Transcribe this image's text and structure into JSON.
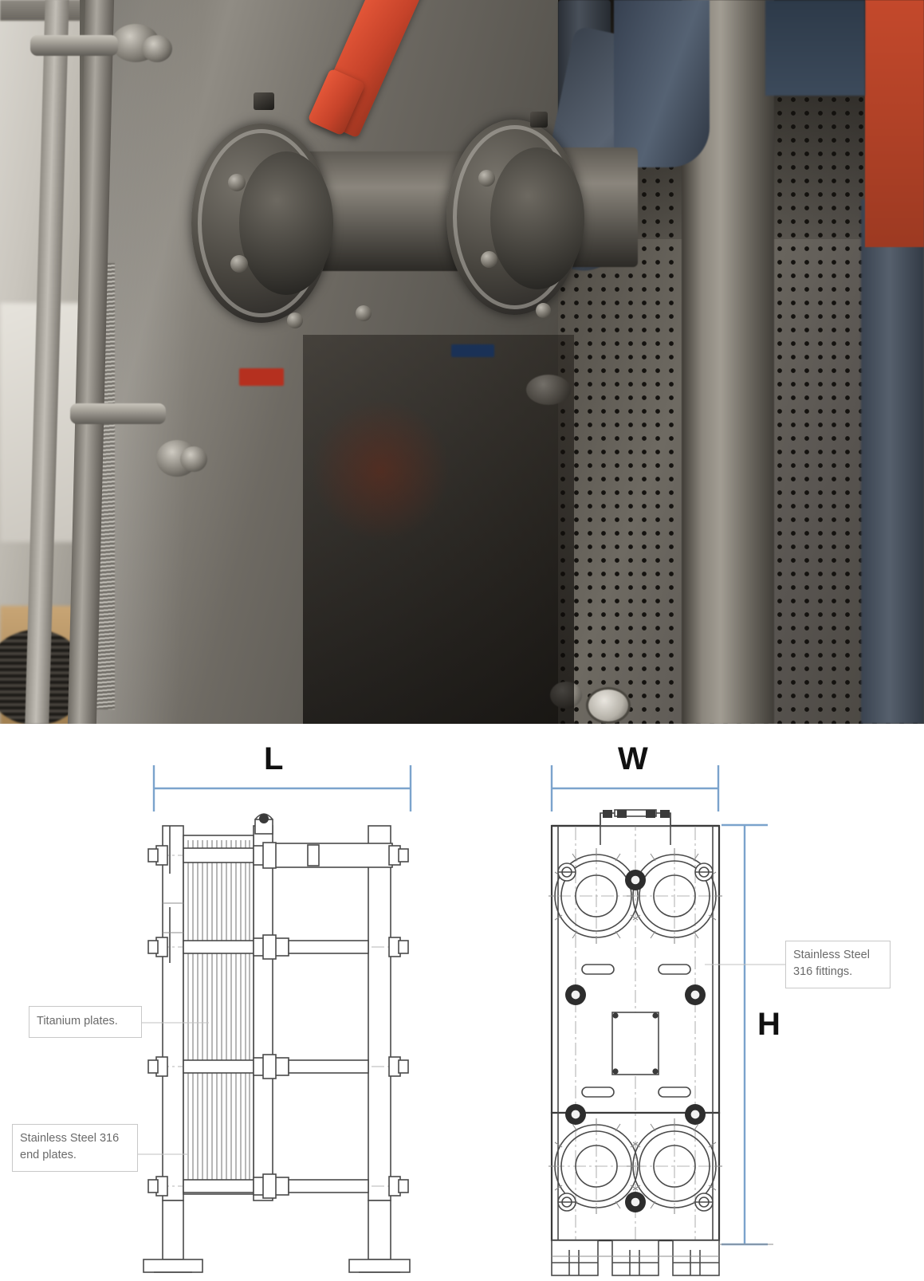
{
  "photo": {
    "alt": "Plate heat exchanger installed with bolted flange connections and red valve handle",
    "components": [
      "stainless-steel-end-plate",
      "bolted-flange-connection-left",
      "bolted-flange-connection-right",
      "red-valve-handle",
      "perforated-panel-background",
      "vertical-pipe-column",
      "pressure-gauge",
      "tie-rod",
      "titanium-plate-pack-edge"
    ],
    "stickers": [
      {
        "name": "red-label-sticker",
        "color": "#c0392b"
      },
      {
        "name": "blue-label-sticker",
        "color": "#1f4e96"
      }
    ]
  },
  "drawing": {
    "dimensions": {
      "length": "L",
      "width": "W",
      "height": "H"
    },
    "callouts": {
      "titanium_plates": "Titanium plates.",
      "end_plates": "Stainless Steel 316\nend plates.",
      "fittings": "Stainless Steel\n316 fittings."
    },
    "views": {
      "side": "side-elevation-view",
      "front": "front-elevation-view"
    },
    "colors": {
      "dimension_line": "#7ba3cc",
      "drawing_line": "#4a4a4a",
      "centerline": "#b4b4b4",
      "callout_border": "#c8c8c8",
      "callout_text": "#6a6a6a",
      "dimension_text": "#101010"
    }
  }
}
